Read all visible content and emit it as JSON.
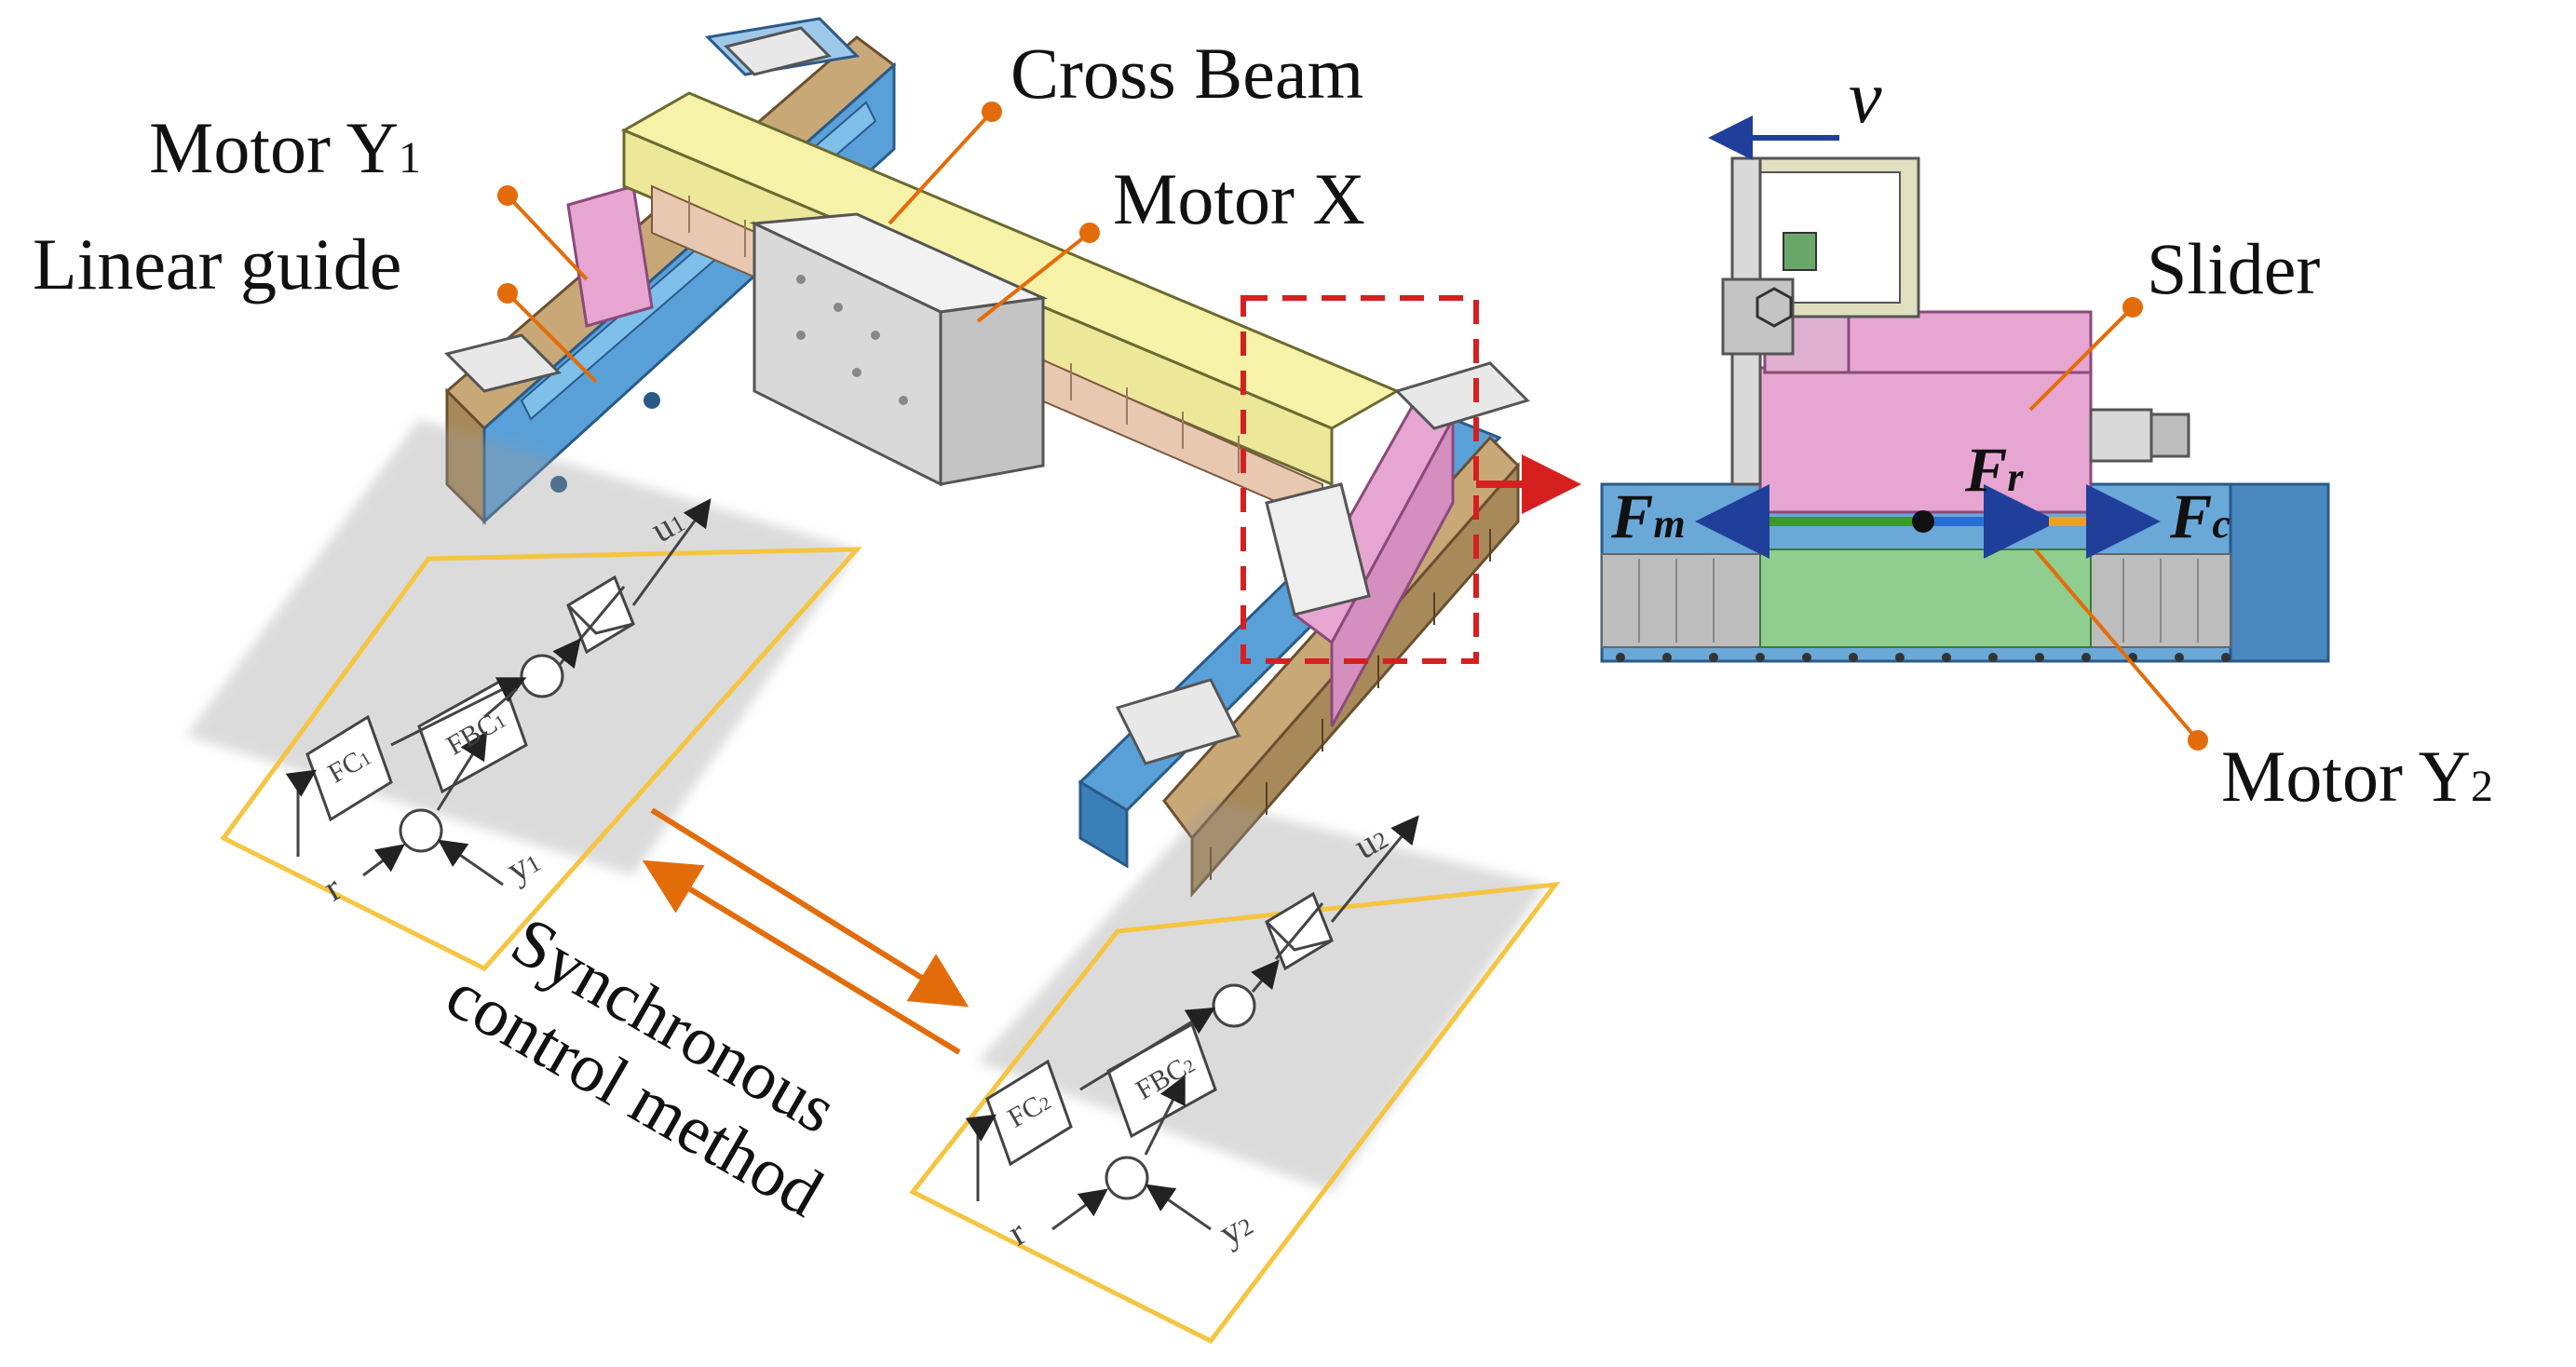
{
  "labels": {
    "cross_beam": "Cross Beam",
    "motor_x": "Motor X",
    "motor_y1": "Motor Y",
    "motor_y1_sub": "1",
    "linear_guide": "Linear guide",
    "slider": "Slider",
    "motor_y2": "Motor Y",
    "motor_y2_sub": "2",
    "sync_line1": "Synchronous",
    "sync_line2": "control method",
    "velocity": "v",
    "force_m": "F",
    "force_m_sub": "m",
    "force_r": "F",
    "force_r_sub": "r",
    "force_c": "F",
    "force_c_sub": "c"
  },
  "controller1": {
    "fc": "FC",
    "fc_sub": "1",
    "fbc": "FBC",
    "fbc_sub": "1",
    "ref": "r",
    "output": "y",
    "output_sub": "1",
    "input": "u",
    "input_sub": "1"
  },
  "controller2": {
    "fc": "FC",
    "fc_sub": "2",
    "fbc": "FBC",
    "fbc_sub": "2",
    "ref": "r",
    "output": "y",
    "output_sub": "2",
    "input": "u",
    "input_sub": "2"
  },
  "colors": {
    "leader": "#e36c0a",
    "controller_frame": "#f5c542",
    "detail_box": "#d62020",
    "velocity_arrow": "#1f3f9a",
    "force_m_arrow": "#3a9a2a",
    "force_r_arrow": "#2a6fd6",
    "force_c_arrow": "#f0a020",
    "beam": "#f6f3a8",
    "guide_blue": "#5aa0d8",
    "slider_pink": "#e7a6d2",
    "carriage_gray": "#d9d9d9",
    "magnet_brown": "#c9a878"
  },
  "icons": [
    "arrow-right-icon",
    "double-arrow-icon",
    "motion-arrow-icon"
  ]
}
